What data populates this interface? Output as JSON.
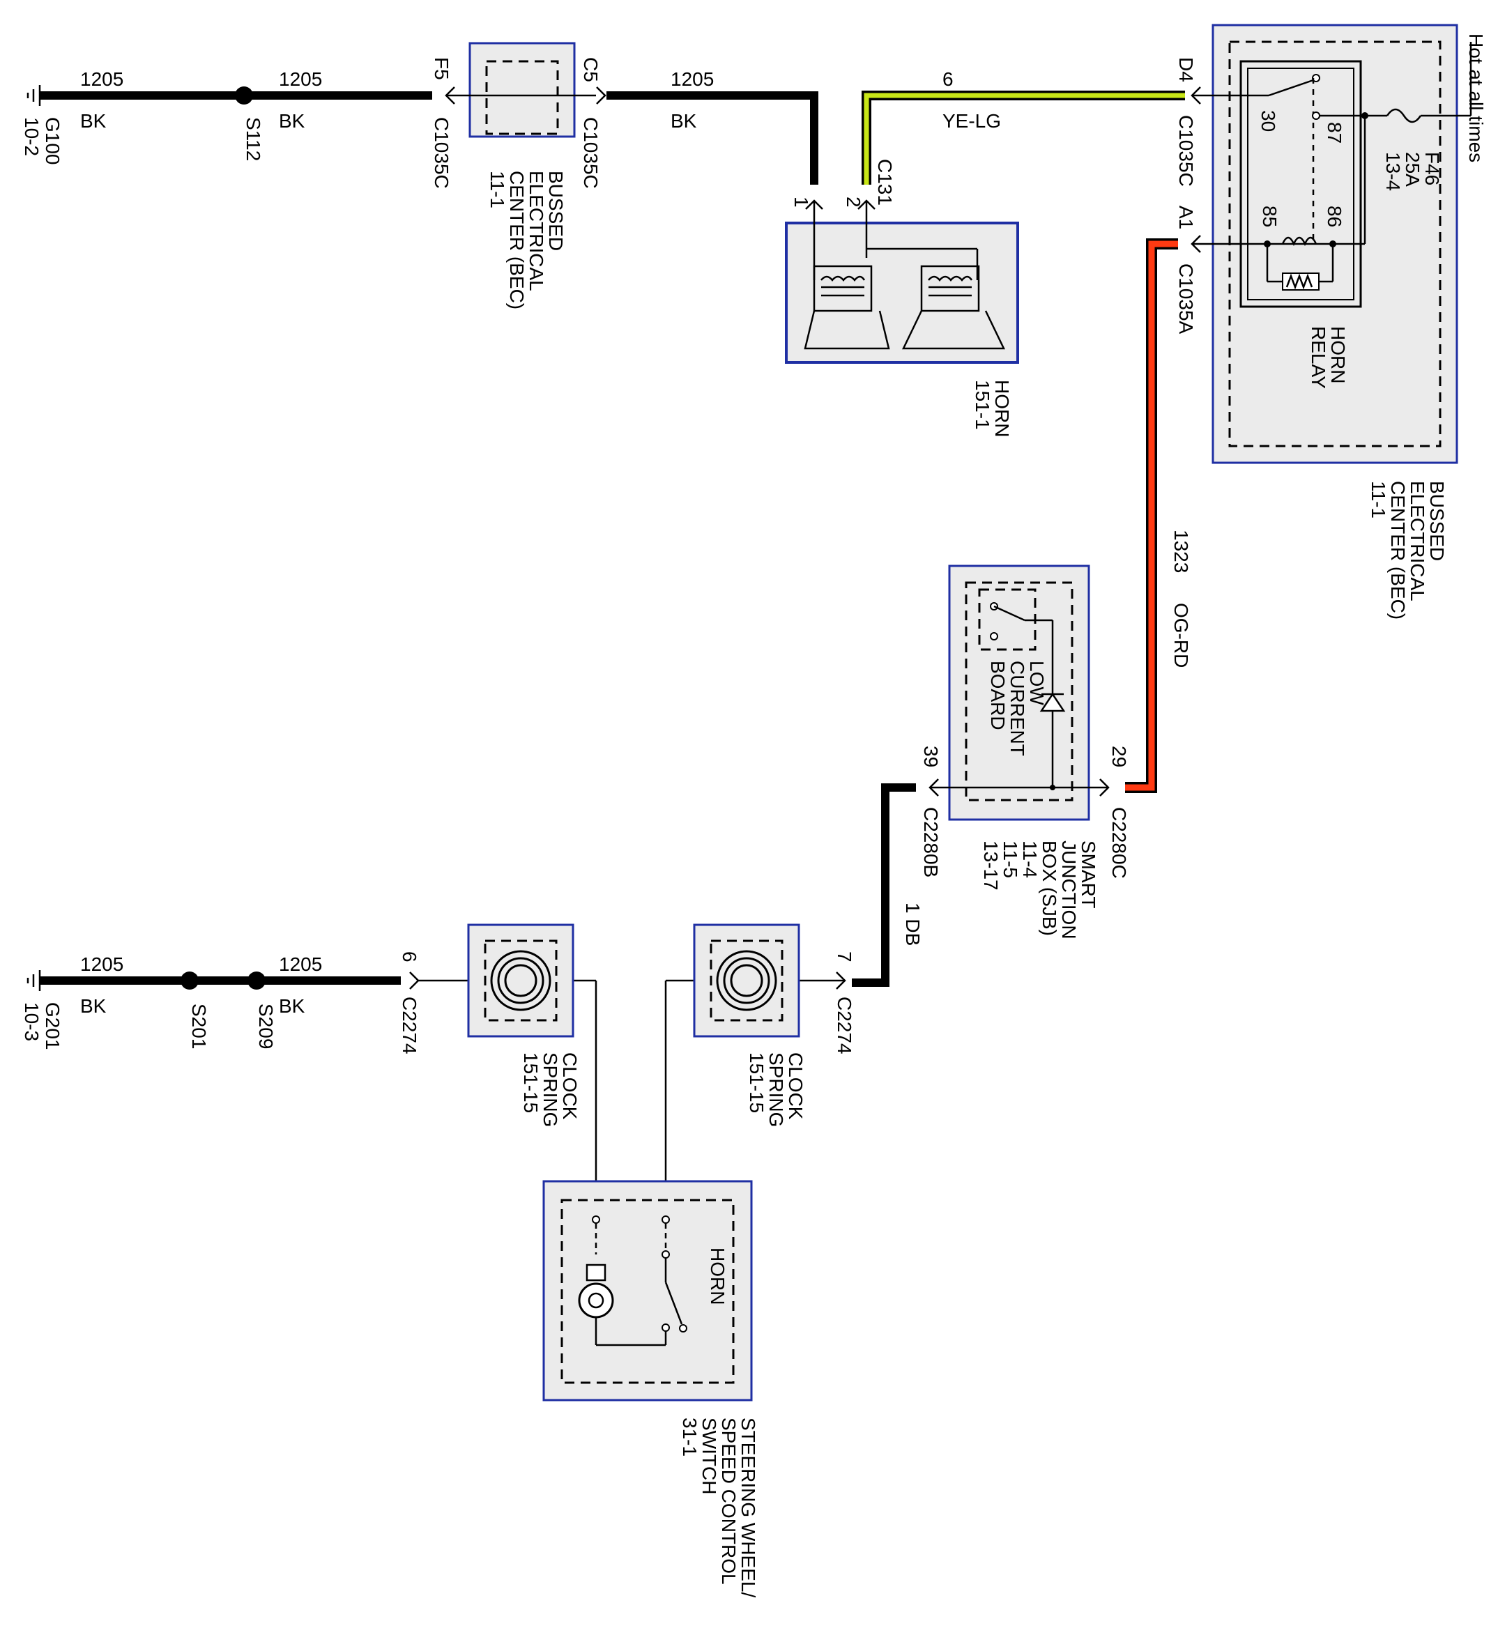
{
  "colors": {
    "background": "#ffffff",
    "box_border": "#1f2fa3",
    "box_fill": "#ebebeb",
    "wire_bk": "#000000",
    "wire_ye_lg": "#c8e617",
    "wire_og_rd": "#ff3a12"
  },
  "top_ground": {
    "ground_id": "G100",
    "ground_ref": "10-2",
    "splice": "S112",
    "seg1_circuit": "1205",
    "seg1_color": "BK",
    "seg2_circuit": "1205",
    "seg2_color": "BK",
    "seg3_circuit": "1205",
    "seg3_color": "BK"
  },
  "bec_left": {
    "pin_in": "F5",
    "conn_in": "C1035C",
    "pin_out": "C5",
    "conn_out": "C1035C",
    "name_line1": "BUSSED",
    "name_line2": "ELECTRICAL",
    "name_line3": "CENTER (BEC)",
    "ref": "11-1"
  },
  "horn": {
    "connector": "C131",
    "pin1": "1",
    "pin2": "2",
    "name": "HORN",
    "ref": "151-1"
  },
  "ye_lg_wire": {
    "circuit": "6",
    "color": "YE-LG"
  },
  "bec_right": {
    "note": "Hot at all times",
    "pin_d4": "D4",
    "conn_d4": "C1035C",
    "pin_a1": "A1",
    "conn_a1": "C1035A",
    "relay_pin30": "30",
    "relay_pin87": "87",
    "relay_pin85": "85",
    "relay_pin86": "86",
    "fuse_id": "F46",
    "fuse_rating": "25A",
    "fuse_ref": "13-4",
    "relay_line1": "HORN",
    "relay_line2": "RELAY",
    "name_line1": "BUSSED",
    "name_line2": "ELECTRICAL",
    "name_line3": "CENTER (BEC)",
    "ref": "11-1"
  },
  "og_rd_wire": {
    "circuit": "1323",
    "color": "OG-RD"
  },
  "sjb": {
    "pin29": "29",
    "conn29": "C2280C",
    "pin39": "39",
    "conn39": "C2280B",
    "board_line1": "LOW",
    "board_line2": "CURRENT",
    "board_line3": "BOARD",
    "name_line1": "SMART",
    "name_line2": "JUNCTION",
    "name_line3": "BOX (SJB)",
    "ref1": "11-4",
    "ref2": "11-5",
    "ref3": "13-17"
  },
  "db_wire": {
    "label": "1 DB"
  },
  "bottom_ground": {
    "ground_id": "G201",
    "ground_ref": "10-3",
    "splice1": "S201",
    "splice2": "S209",
    "seg1_circuit": "1205",
    "seg1_color": "BK",
    "seg2_circuit": "1205",
    "seg2_color": "BK"
  },
  "clock_left": {
    "pin": "6",
    "conn": "C2274",
    "name_line1": "CLOCK",
    "name_line2": "SPRING",
    "ref": "151-15"
  },
  "clock_right": {
    "pin": "7",
    "conn": "C2274",
    "name_line1": "CLOCK",
    "name_line2": "SPRING",
    "ref": "151-15"
  },
  "steering": {
    "horn_label": "HORN",
    "name_line1": "STEERING WHEEL/",
    "name_line2": "SPEED CONTROL",
    "name_line3": "SWITCH",
    "ref": "31-1"
  }
}
